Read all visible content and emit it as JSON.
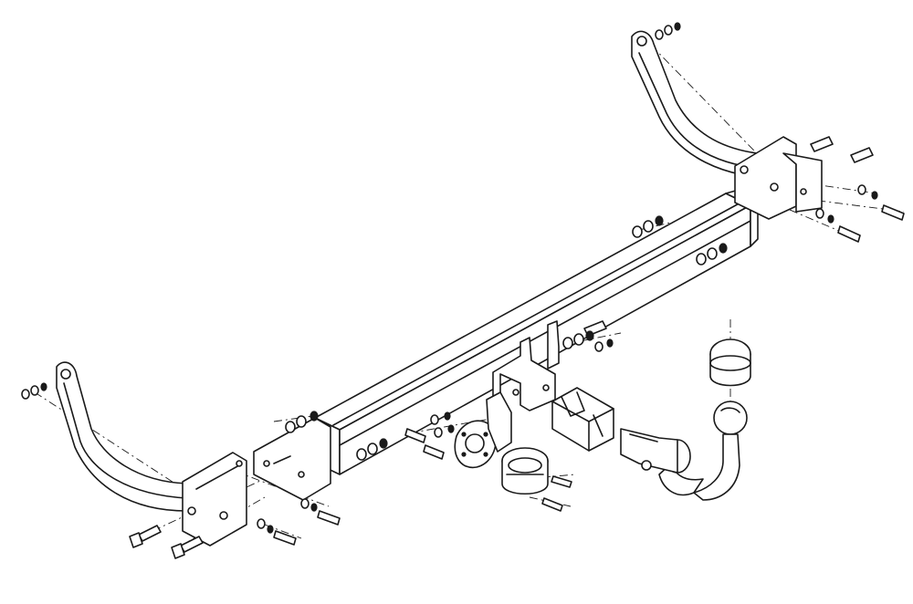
{
  "diagram": {
    "type": "exploded-assembly",
    "colors": {
      "line": "#1a1a1a",
      "background": "#ffffff"
    },
    "parts": [
      {
        "name": "crossbar-beam"
      },
      {
        "name": "left-mounting-arm"
      },
      {
        "name": "right-mounting-arm"
      },
      {
        "name": "tow-ball-neck"
      },
      {
        "name": "tow-ball-cover-cap"
      },
      {
        "name": "tow-ball-receiver-block"
      },
      {
        "name": "socket-mounting-plate"
      },
      {
        "name": "electrical-socket"
      },
      {
        "name": "socket-bracket"
      },
      {
        "name": "mounting-bolts"
      },
      {
        "name": "washers-and-nuts"
      }
    ]
  }
}
